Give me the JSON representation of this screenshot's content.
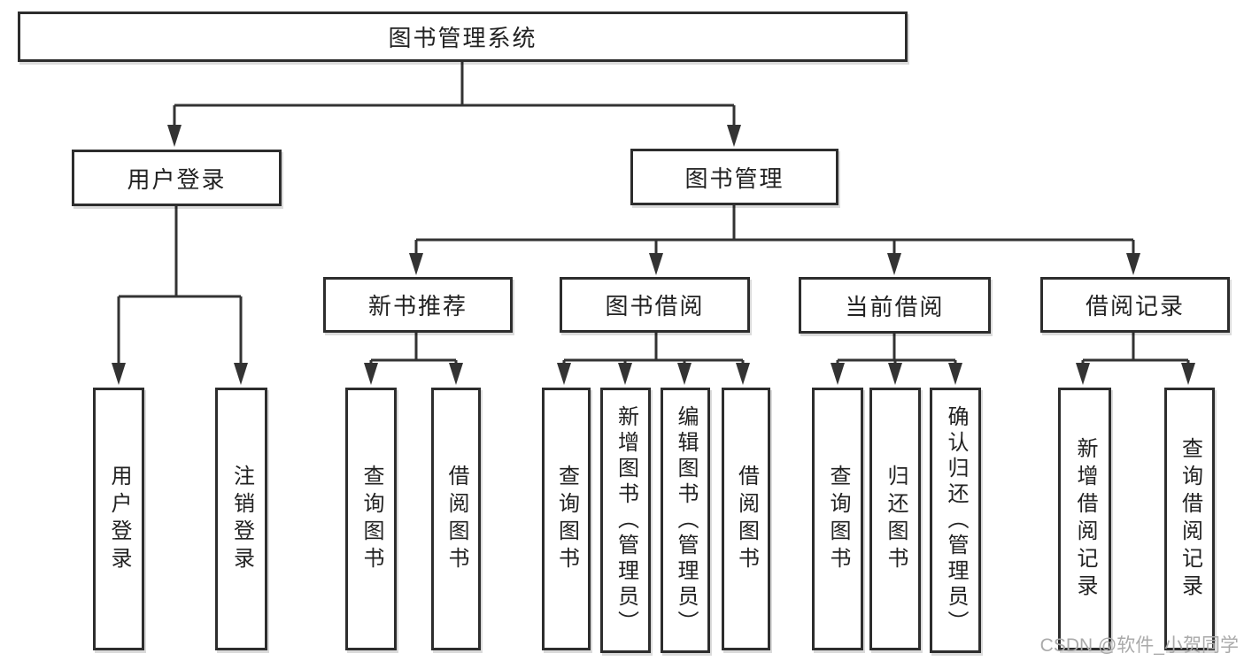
{
  "colors": {
    "line": "#333333",
    "box_border": "#2d2d2d",
    "text": "#222222",
    "watermark": "#aaaaaa",
    "background": "#ffffff"
  },
  "watermark": "CSDN @软件_小贺同学",
  "tree": {
    "label": "图书管理系统",
    "children": [
      {
        "label": "用户登录",
        "children": [
          {
            "label": "用户登录"
          },
          {
            "label": "注销登录"
          }
        ]
      },
      {
        "label": "图书管理",
        "children": [
          {
            "label": "新书推荐",
            "children": [
              {
                "label": "查询图书"
              },
              {
                "label": "借阅图书"
              }
            ]
          },
          {
            "label": "图书借阅",
            "children": [
              {
                "label": "查询图书"
              },
              {
                "label": "新增图书（管理员）"
              },
              {
                "label": "编辑图书（管理员）"
              },
              {
                "label": "借阅图书"
              }
            ]
          },
          {
            "label": "当前借阅",
            "children": [
              {
                "label": "查询图书"
              },
              {
                "label": "归还图书"
              },
              {
                "label": "确认归还（管理员）"
              }
            ]
          },
          {
            "label": "借阅记录",
            "children": [
              {
                "label": "新增借阅记录"
              },
              {
                "label": "查询借阅记录"
              }
            ]
          }
        ]
      }
    ]
  }
}
